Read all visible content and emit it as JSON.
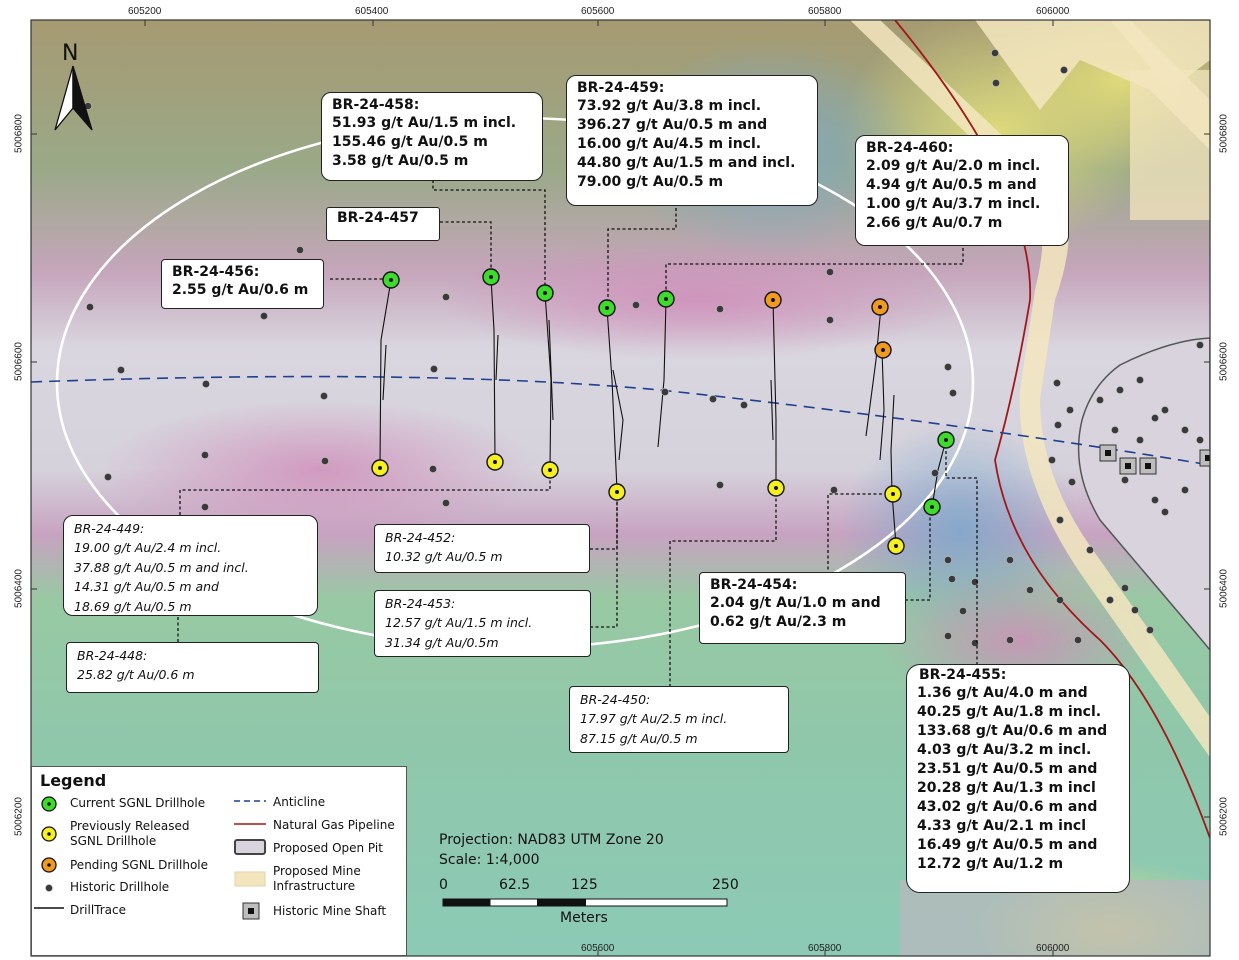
{
  "axes": {
    "x_ticks": [
      "605200",
      "605400",
      "605600",
      "605800",
      "606000"
    ],
    "y_ticks": [
      "5006800",
      "5006600",
      "5006400",
      "5006200"
    ]
  },
  "north_label": "N",
  "callouts": [
    {
      "id": "458",
      "title": "BR-24-458:",
      "lines": [
        "51.93 g/t Au/1.5 m incl.",
        "155.46 g/t Au/0.5 m",
        "3.58 g/t Au/0.5 m"
      ]
    },
    {
      "id": "459",
      "title": "BR-24-459:",
      "lines": [
        "73.92 g/t Au/3.8 m incl.",
        "396.27 g/t Au/0.5 m and",
        "16.00 g/t Au/4.5 m incl.",
        "44.80 g/t Au/1.5 m and incl.",
        "79.00 g/t Au/0.5 m"
      ]
    },
    {
      "id": "460",
      "title": "BR-24-460:",
      "lines": [
        "2.09 g/t Au/2.0 m incl.",
        "4.94 g/t Au/0.5 m and",
        "1.00 g/t Au/3.7 m incl.",
        "2.66 g/t Au/0.7 m"
      ]
    },
    {
      "id": "457",
      "title": "BR-24-457",
      "lines": []
    },
    {
      "id": "456",
      "title": "BR-24-456:",
      "lines": [
        "2.55 g/t Au/0.6 m"
      ]
    },
    {
      "id": "449",
      "title": "BR-24-449:",
      "lines": [
        "19.00 g/t Au/2.4 m incl.",
        "37.88 g/t Au/0.5 m and incl.",
        "14.31 g/t Au/0.5 m and",
        "18.69 g/t Au/0.5 m"
      ]
    },
    {
      "id": "452",
      "title": "BR-24-452:",
      "lines": [
        "10.32 g/t Au/0.5 m"
      ]
    },
    {
      "id": "453",
      "title": "BR-24-453:",
      "lines": [
        "12.57 g/t Au/1.5 m incl.",
        "31.34 g/t Au/0.5m"
      ]
    },
    {
      "id": "454",
      "title": "BR-24-454:",
      "lines": [
        "2.04 g/t Au/1.0 m and",
        "0.62 g/t Au/2.3 m"
      ]
    },
    {
      "id": "448",
      "title": "BR-24-448:",
      "lines": [
        "25.82 g/t Au/0.6 m"
      ]
    },
    {
      "id": "450",
      "title": "BR-24-450:",
      "lines": [
        "17.97 g/t Au/2.5 m incl.",
        " 87.15 g/t Au/0.5 m"
      ]
    },
    {
      "id": "455",
      "title": "BR-24-455:",
      "lines": [
        "1.36 g/t Au/4.0 m and",
        "40.25 g/t Au/1.8 m incl.",
        "133.68 g/t Au/0.6 m and",
        "4.03 g/t Au/3.2 m incl.",
        "23.51 g/t Au/0.5 m and",
        "20.28 g/t Au/1.3 m incl",
        "43.02 g/t Au/0.6 m and",
        "4.33 g/t Au/2.1 m incl",
        "16.49 g/t Au/0.5 m and",
        "12.72 g/t Au/1.2 m"
      ]
    }
  ],
  "legend": {
    "title": "Legend",
    "current": "Current SGNL Drillhole",
    "previous_1": "Previously Released",
    "previous_2": "SGNL Drillhole",
    "pending": "Pending SGNL Drillhole",
    "historic": "Historic Drillhole",
    "drilltrace": "DrillTrace",
    "anticline": "Anticline",
    "pipeline": "Natural Gas Pipeline",
    "open_pit": "Proposed Open Pit",
    "infra_1": "Proposed Mine",
    "infra_2": "Infrastructure",
    "shaft": "Historic Mine Shaft"
  },
  "projection": "Projection: NAD83 UTM Zone 20",
  "scale": "Scale: 1:4,000",
  "scalebar": {
    "labels": [
      "0",
      "62.5",
      "125",
      "250"
    ],
    "units": "Meters"
  },
  "colors": {
    "current": "#3ddc2a",
    "previous": "#f5f01e",
    "pending": "#f09a1e",
    "historic": "#3a3a3a",
    "anticline": "#1f3f8f",
    "pipeline": "#a01818"
  }
}
